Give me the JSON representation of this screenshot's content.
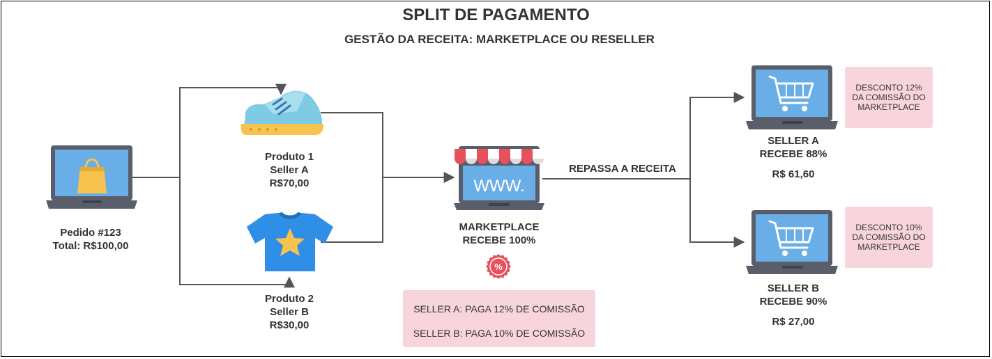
{
  "title": "SPLIT DE PAGAMENTO",
  "subtitle": "GESTÃO DA RECEITA:  MARKETPLACE OU RESELLER",
  "order": {
    "line1": "Pedido #123",
    "line2": "Total: R$100,00"
  },
  "product1": {
    "line1": "Produto 1",
    "line2": "Seller A",
    "line3": "R$70,00"
  },
  "product2": {
    "line1": "Produto 2",
    "line2": "Seller B",
    "line3": "R$30,00"
  },
  "marketplace": {
    "line1": "MARKETPLACE",
    "line2": "RECEBE 100%",
    "screen_text": "WWW.",
    "badge": "%"
  },
  "transfer_label": "REPASSA A RECEITA",
  "seller_a": {
    "line1": "SELLER A",
    "line2": "RECEBE  88%",
    "amount": "R$ 61,60"
  },
  "seller_b": {
    "line1": "SELLER B",
    "line2": "RECEBE  90%",
    "amount": "R$ 27,00"
  },
  "note_a": {
    "line1": "DESCONTO 12%",
    "line2": "DA  COMISSÃO DO",
    "line3": "MARKETPLACE"
  },
  "note_b": {
    "line1": "DESCONTO 10%",
    "line2": "DA  COMISSÃO DO",
    "line3": "MARKETPLACE"
  },
  "commission": {
    "line1": "SELLER A: PAGA 12% DE COMISSÃO",
    "line2": "SELLER B: PAGA 10% DE COMISSÃO"
  },
  "colors": {
    "laptop_frame": "#5a5e6b",
    "screen_blue": "#6aaee8",
    "note_pink": "#f8d5dd",
    "badge_red": "#e8505b",
    "connector": "#555555",
    "bag_yellow": "#f6c34e",
    "shirt_blue": "#2f8ee6",
    "shoe_cyan": "#7ecbe4"
  },
  "icons": [
    "shopping-bag-icon",
    "sneaker-icon",
    "tshirt-star-icon",
    "storefront-icon",
    "cart-icon",
    "percent-badge-icon"
  ]
}
